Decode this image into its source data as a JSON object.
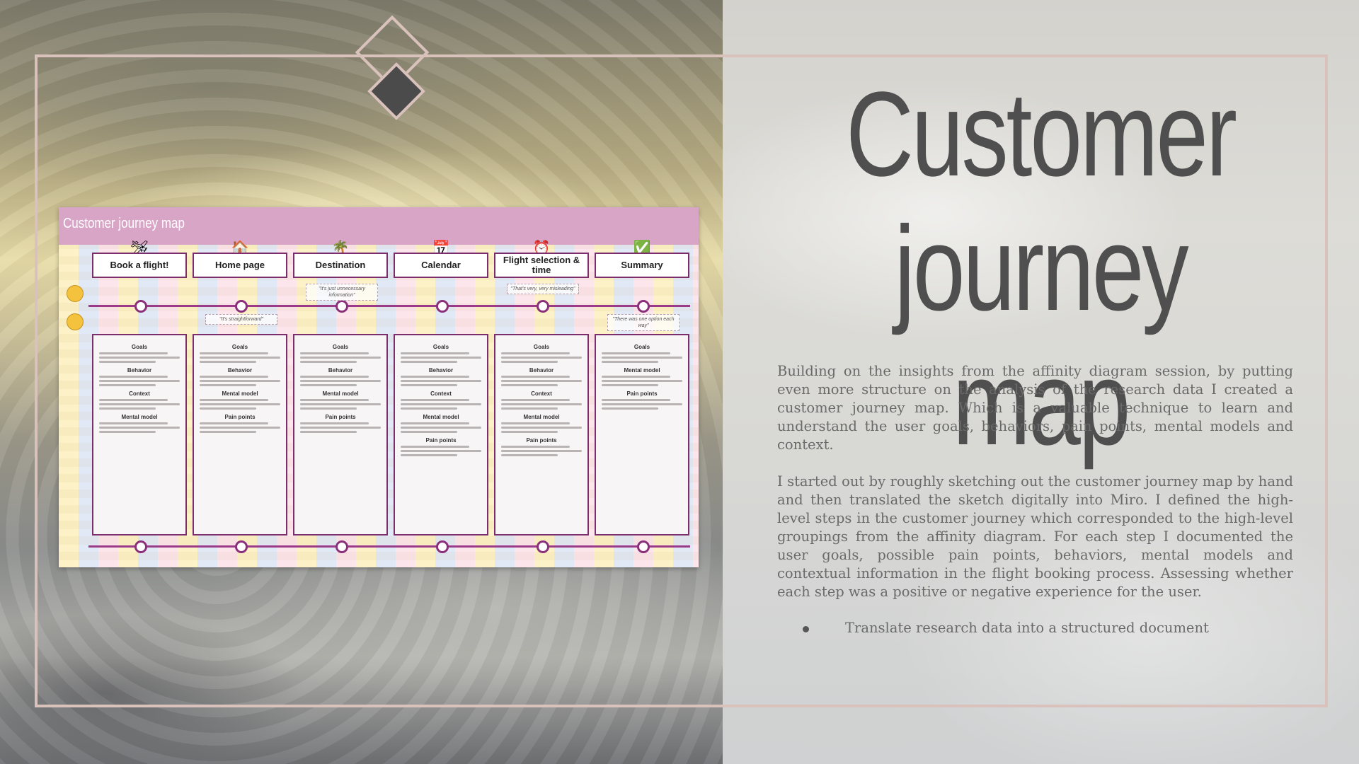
{
  "slide": {
    "title_line1": "Customer",
    "title_line2": "journey map",
    "paragraphs": [
      "Building on the insights from the affinity diagram session, by putting even more structure on the analysis of the research data I created a customer journey map. Which is a valuable technique to learn and understand the user goals, behaviors, pain points, mental models and context.",
      "I started out by roughly sketching out the customer journey map by hand and then translated the sketch digitally into Miro. I defined the high-level steps in the customer journey which corresponded to the high-level groupings from the affinity diagram. For each step I documented the user goals, possible pain points, behaviors, mental models and contextual information in the flight booking process. Assessing whether each step was a positive or negative experience for the user."
    ],
    "bullets": [
      "Translate research data into a structured document"
    ]
  },
  "journey_map": {
    "header": "Customer journey map",
    "steps": [
      {
        "label": "Book a flight!",
        "icon": "airplane-icon",
        "glyph": "🛩",
        "sections": [
          "Goals",
          "Behavior",
          "Context",
          "Mental model"
        ]
      },
      {
        "label": "Home page",
        "icon": "house-icon",
        "glyph": "🏠",
        "sections": [
          "Goals",
          "Behavior",
          "Mental model",
          "Pain points"
        ]
      },
      {
        "label": "Destination",
        "icon": "palm-tree-icon",
        "glyph": "🌴",
        "sections": [
          "Goals",
          "Behavior",
          "Mental model",
          "Pain points"
        ]
      },
      {
        "label": "Calendar",
        "icon": "calendar-icon",
        "glyph": "📅",
        "sections": [
          "Goals",
          "Behavior",
          "Context",
          "Mental model",
          "Pain points"
        ]
      },
      {
        "label": "Flight selection & time",
        "icon": "clock-icon",
        "glyph": "⏰",
        "sections": [
          "Goals",
          "Behavior",
          "Context",
          "Mental model",
          "Pain points"
        ]
      },
      {
        "label": "Summary",
        "icon": "checkmark-icon",
        "glyph": "✅",
        "sections": [
          "Goals",
          "Mental model",
          "Pain points"
        ]
      }
    ],
    "quotes": [
      {
        "text": "\"It's straightforward\"",
        "step": 1,
        "pos": "low"
      },
      {
        "text": "\"It's just unnecessary information\"",
        "step": 2,
        "pos": "high"
      },
      {
        "text": "\"That's very, very misleading\"",
        "step": 4,
        "pos": "high"
      },
      {
        "text": "\"There was one option each way\"",
        "step": 5,
        "pos": "low"
      }
    ]
  }
}
